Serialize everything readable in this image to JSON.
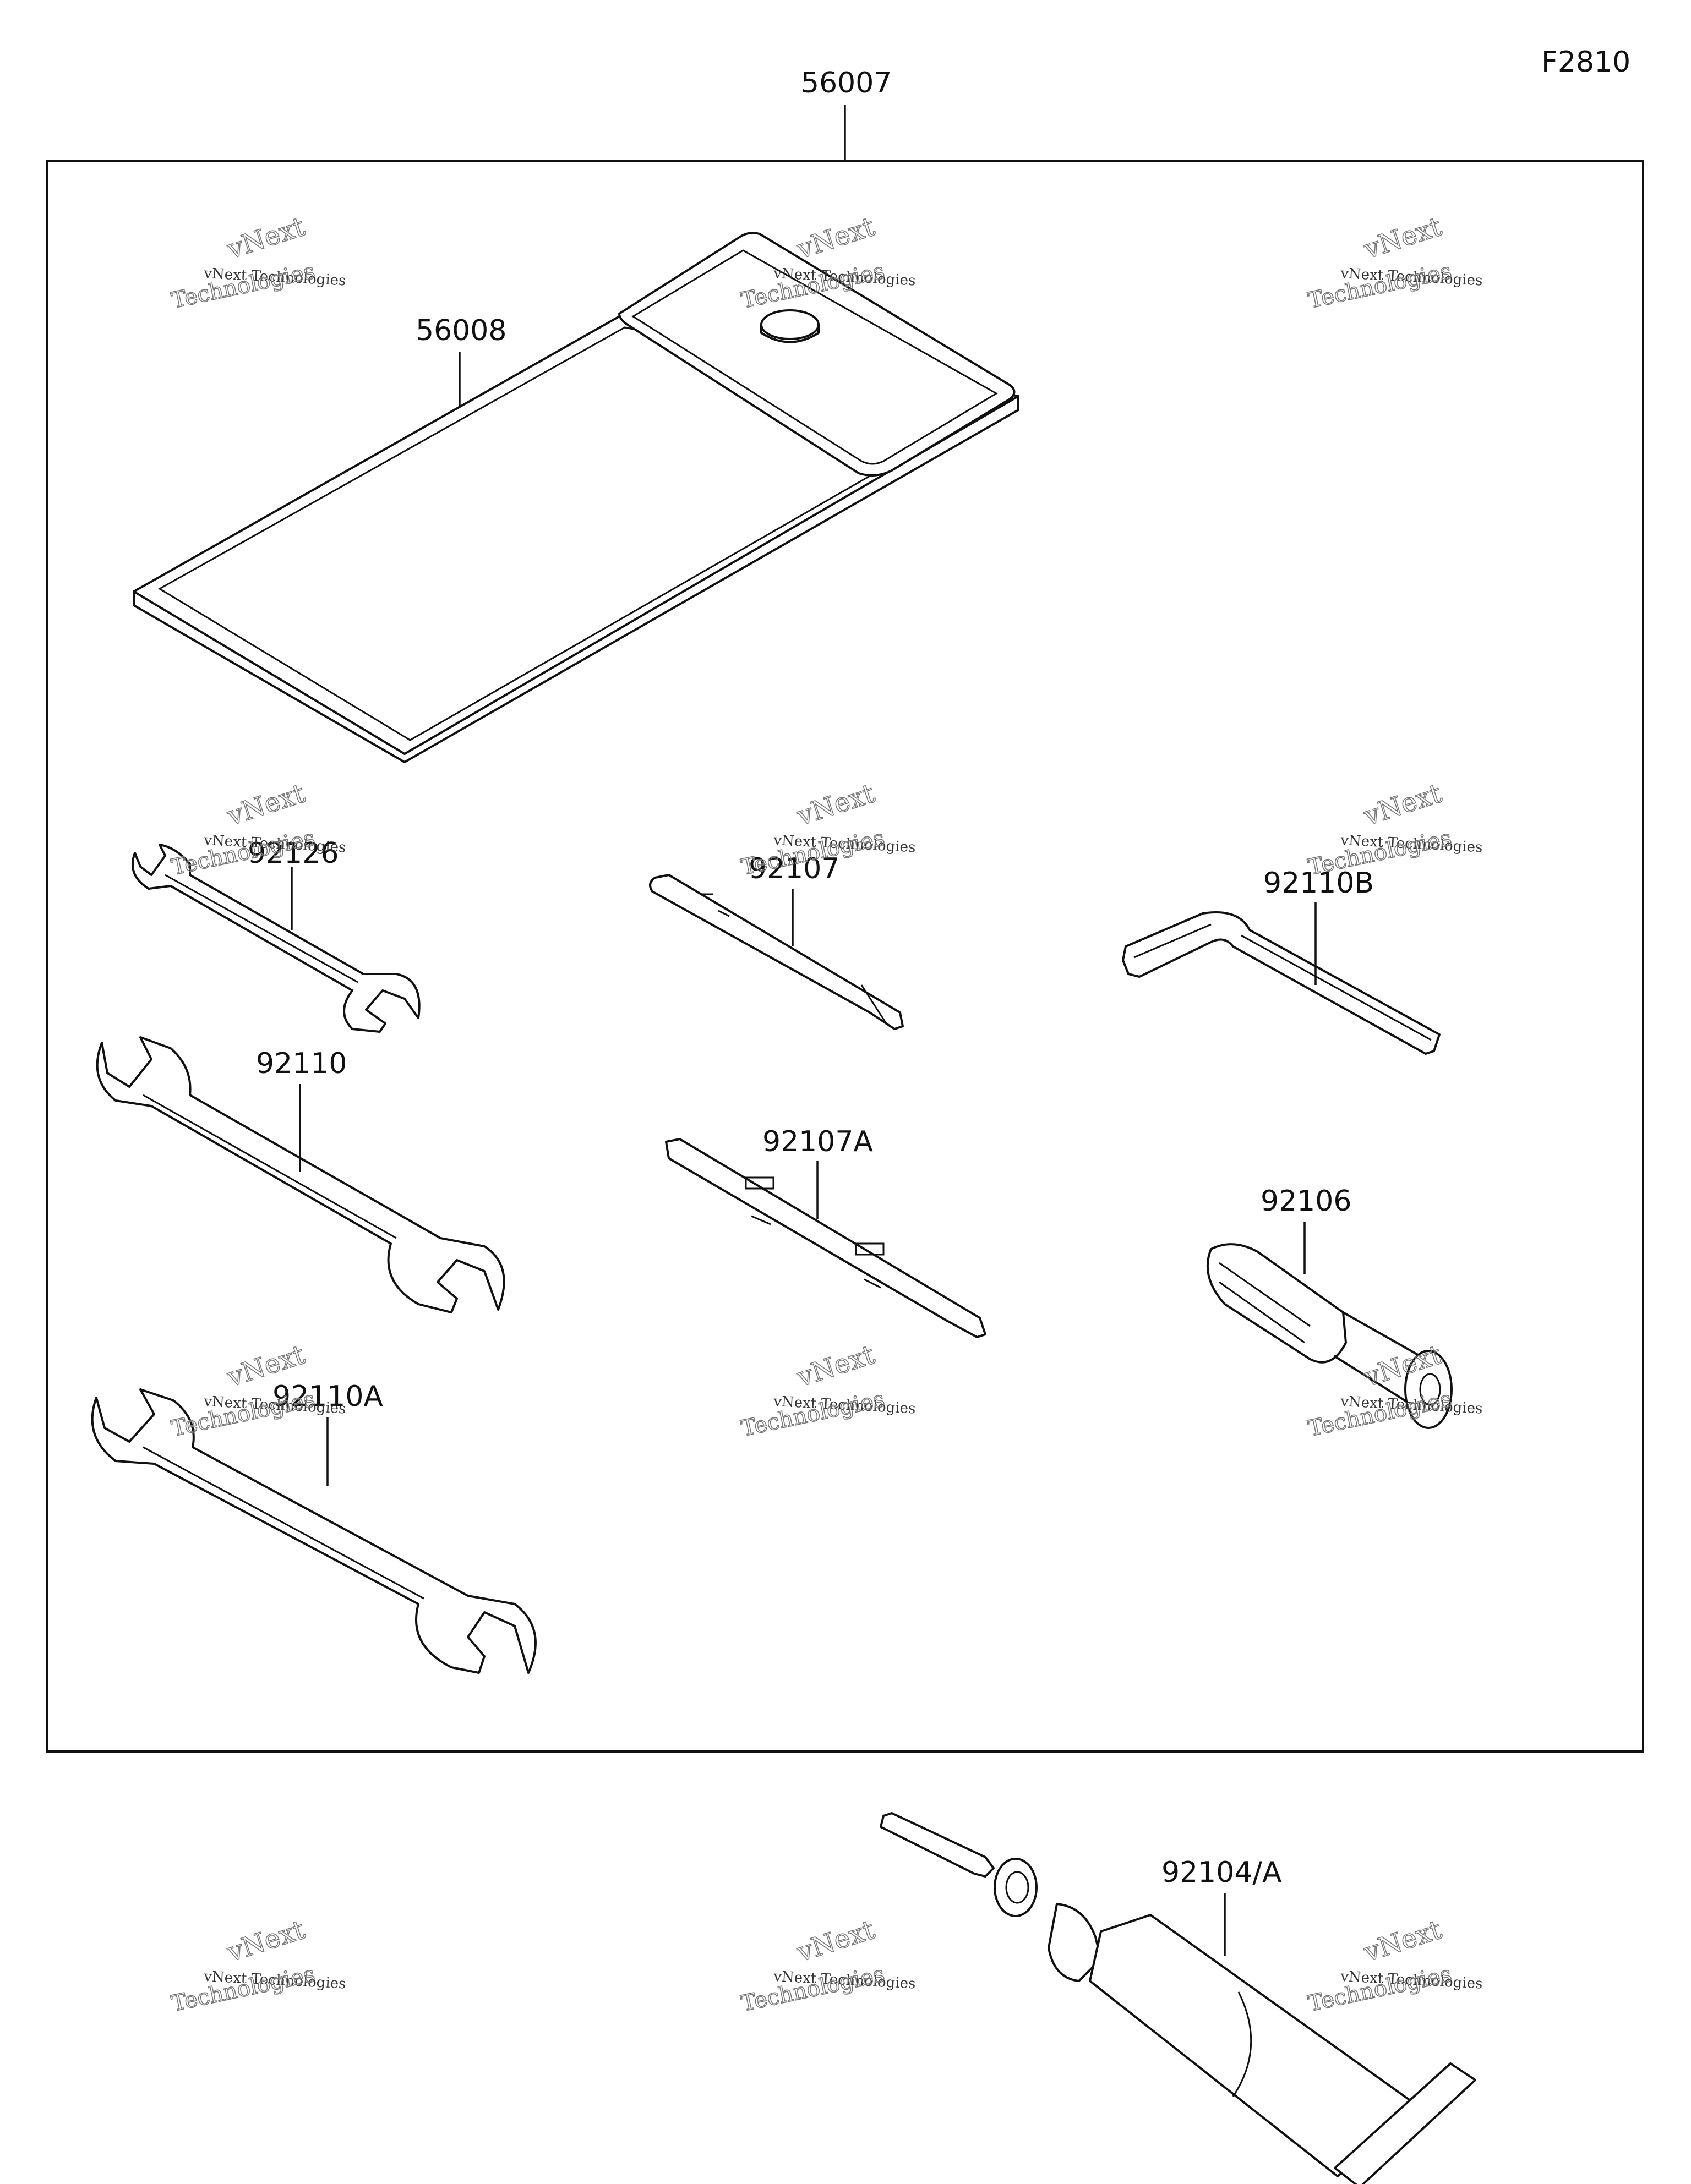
{
  "figure_code": "F2810",
  "parts": {
    "tool_kit": "56007",
    "case": "56008",
    "wrench_small": "92126",
    "screwdriver_bit": "92107",
    "hex_wrench": "92110B",
    "wrench_medium": "92110",
    "screwdriver_bit_a": "92107A",
    "handle": "92106",
    "wrench_large": "92110A",
    "grease_tube": "92104/A"
  },
  "watermark": {
    "line1": "vNext Technologies",
    "line2": "vNext",
    "line3": "Technologies"
  }
}
